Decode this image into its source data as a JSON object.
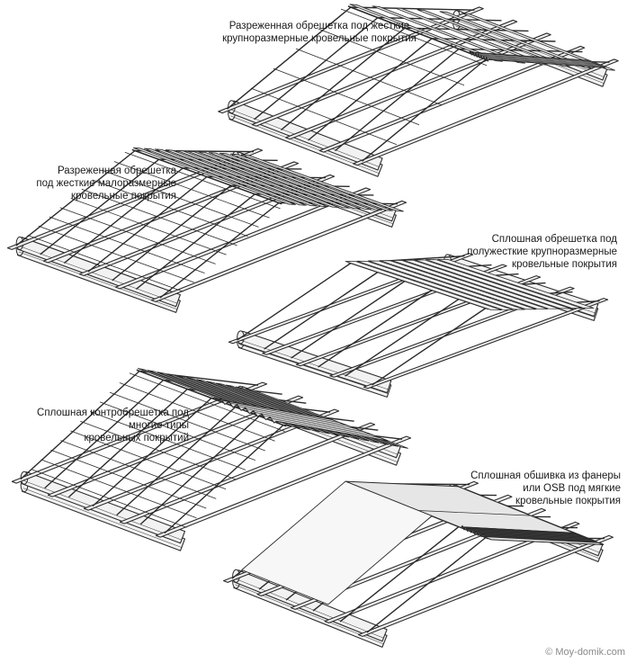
{
  "labels": {
    "sparse_large": [
      "Разреженная обрешетка под жесткие",
      "крупноразмерные кровельные покрытия"
    ],
    "sparse_small": [
      "Разреженная обрешетка",
      "под жесткие малоразмерные",
      "кровельные покрытия"
    ],
    "solid_semirigid": [
      "Сплошная обрешетка под",
      "полужесткие крупноразмерные",
      "кровельные покрытия"
    ],
    "counter_batten": [
      "Сплошная контробрешетка под",
      "многие типы",
      "кровельных покрытий"
    ],
    "plywood_osb": [
      "Сплошная обшивка из фанеры",
      "или OSB под мягкие",
      "кровельные покрытия"
    ]
  },
  "watermark": "Moy-domik.com",
  "colors": {
    "stroke": "#2b2b2b",
    "wood": "#f2f2f2",
    "sheet": "#e6e6e6",
    "dark": "#3a3a3a"
  }
}
